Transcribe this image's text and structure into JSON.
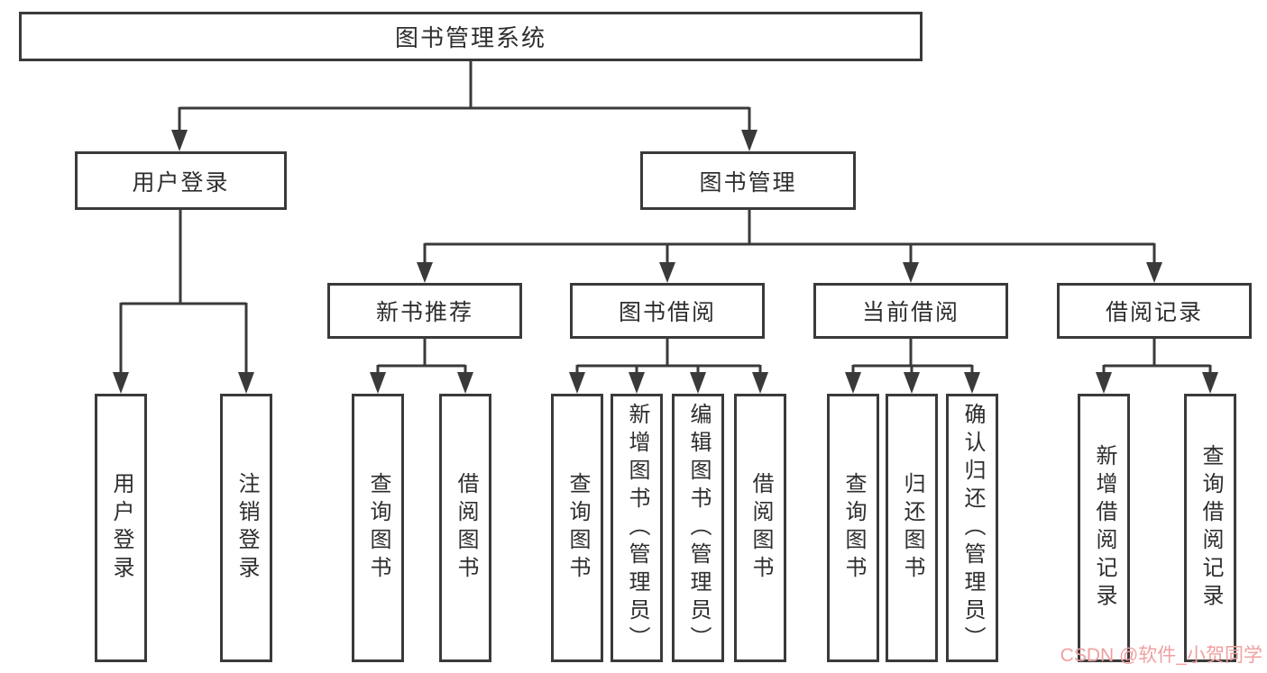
{
  "colors": {
    "line": "#3a3a3a",
    "box_border": "#3a3a3a",
    "text": "#2e2e2e",
    "watermark": "#f0a0a0",
    "background": "#ffffff"
  },
  "tree": {
    "label": "图书管理系统",
    "children": [
      {
        "label": "用户登录",
        "children": [
          {
            "label": "用户登录"
          },
          {
            "label": "注销登录"
          }
        ]
      },
      {
        "label": "图书管理",
        "children": [
          {
            "label": "新书推荐",
            "children": [
              {
                "label": "查询图书"
              },
              {
                "label": "借阅图书"
              }
            ]
          },
          {
            "label": "图书借阅",
            "children": [
              {
                "label": "查询图书"
              },
              {
                "label": "新增图书（管理员）"
              },
              {
                "label": "编辑图书（管理员）"
              },
              {
                "label": "借阅图书"
              }
            ]
          },
          {
            "label": "当前借阅",
            "children": [
              {
                "label": "查询图书"
              },
              {
                "label": "归还图书"
              },
              {
                "label": "确认归还（管理员）"
              }
            ]
          },
          {
            "label": "借阅记录",
            "children": [
              {
                "label": "新增借阅记录"
              },
              {
                "label": "查询借阅记录"
              }
            ]
          }
        ]
      }
    ]
  },
  "watermark": {
    "text": "CSDN @软件_小贺同学"
  }
}
